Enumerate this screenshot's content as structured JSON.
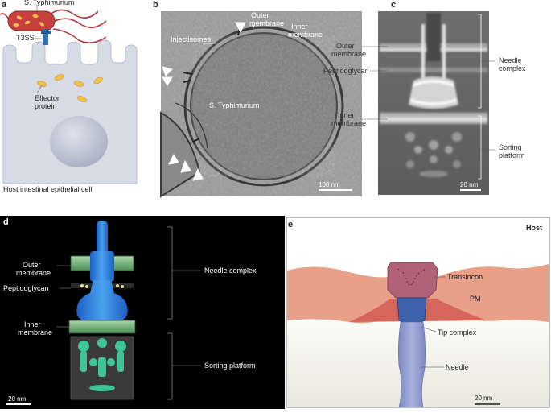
{
  "panel_a": {
    "label": "a",
    "bacterium": "S. Typhimurium",
    "secretion_system": "T3SS",
    "effector": [
      "Effector",
      "protein"
    ],
    "host_cell": "Host intestinal epithelial cell"
  },
  "panel_b": {
    "label": "b",
    "outer_membrane": [
      "Outer",
      "membrane"
    ],
    "inner_membrane": [
      "Inner",
      "membrane"
    ],
    "injectisomes": "Injectisomes",
    "bacterium": "S. Typhimurium",
    "scale": "100 nm"
  },
  "panel_c": {
    "label": "c",
    "outer_membrane": [
      "Outer",
      "membrane"
    ],
    "peptidoglycan": "Peptidoglycan",
    "inner_membrane": [
      "Inner",
      "membrane"
    ],
    "needle_complex": [
      "Needle",
      "complex"
    ],
    "sorting_platform": [
      "Sorting",
      "platform"
    ],
    "scale": "20 nm"
  },
  "panel_d": {
    "label": "d",
    "outer_membrane": [
      "Outer",
      "membrane"
    ],
    "peptidoglycan": "Peptidoglycan",
    "inner_membrane": [
      "Inner",
      "membrane"
    ],
    "needle_complex": "Needle complex",
    "sorting_platform": "Sorting platform",
    "scale": "20 nm"
  },
  "panel_e": {
    "label": "e",
    "host": "Host",
    "translocon": "Translocon",
    "pm": "PM",
    "tip_complex": "Tip complex",
    "needle": "Needle",
    "scale": "20 nm"
  }
}
